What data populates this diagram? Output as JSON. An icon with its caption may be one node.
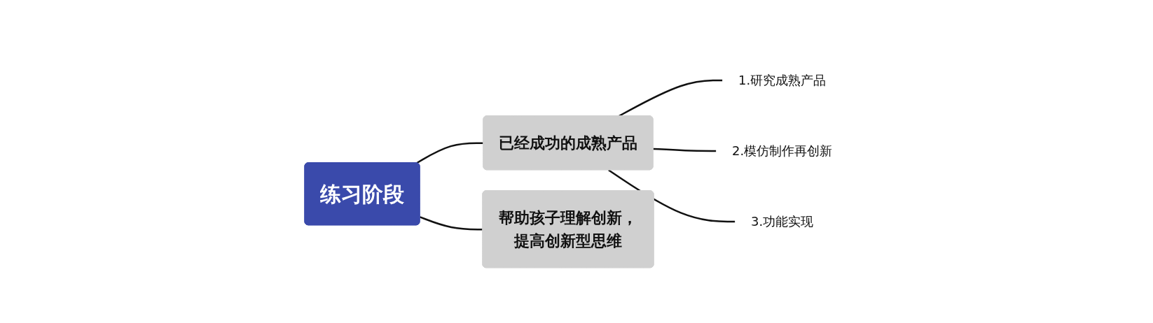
{
  "diagram": {
    "nodes": [
      {
        "text": [
          "练习阶段"
        ]
      },
      {
        "text": [
          "已经成功的成熟产品"
        ]
      },
      {
        "text": [
          "1.研究成熟产品"
        ]
      },
      {
        "text": [
          "2.模仿制作再创新"
        ]
      },
      {
        "text": [
          "3.功能实现"
        ]
      },
      {
        "text": [
          "帮助孩子理解创新，提高创新型思维"
        ]
      }
    ],
    "edges": [
      {
        "from": 0,
        "to": 1,
        "arrow": "none"
      },
      {
        "from": 0,
        "to": 5,
        "arrow": "none"
      },
      {
        "from": 1,
        "to": 2,
        "arrow": "none"
      },
      {
        "from": 1,
        "to": 3,
        "arrow": "none"
      },
      {
        "from": 1,
        "to": 4,
        "arrow": "none"
      }
    ]
  }
}
